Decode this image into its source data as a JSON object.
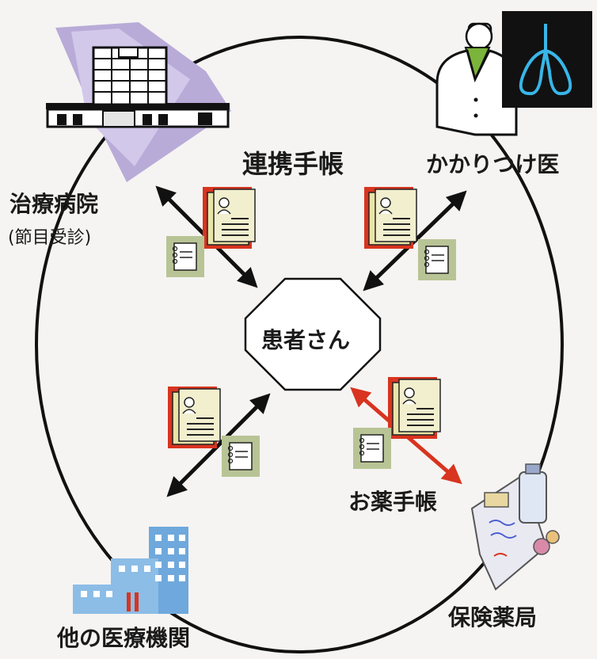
{
  "labels": {
    "renkei_techo": "連携手帳",
    "kakaritsuke": "かかりつけ医",
    "chiryo_byoin": "治療病院",
    "setsume_jushin": "(節目受診)",
    "kanja_san": "患者さん",
    "okusuri_techo": "お薬手帳",
    "hoken_yakkyoku": "保険薬局",
    "tano_iryo_kikan": "他の医療機関"
  },
  "colors": {
    "ring": "#111111",
    "arrow_black": "#111111",
    "arrow_red": "#d8341f",
    "folder_red": "#d8341f",
    "folder_yellow": "#e9e4a6",
    "note_green": "#b8c495",
    "hospital_purple": "#b9abd8",
    "building_blue": "#6fa8dc",
    "xray_black": "#111111",
    "xray_blue": "#38b6e8"
  },
  "icons": [
    "hospital-building-icon",
    "doctor-icon",
    "xray-lungs-icon",
    "clinic-building-icon",
    "pharmacy-medicine-icon",
    "patient-record-folder-icon",
    "notebook-icon"
  ]
}
